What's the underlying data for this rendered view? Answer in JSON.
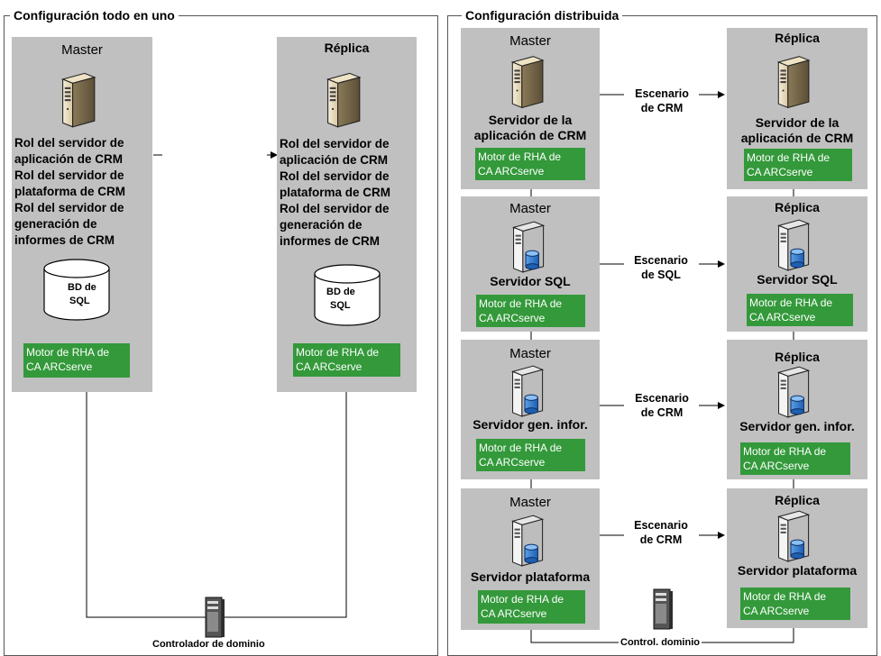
{
  "left_panel": {
    "title": "Configuración todo en uno",
    "master": {
      "title": "Master",
      "roles": [
        "Rol del servidor de",
        "aplicación de CRM",
        "Rol del servidor de",
        "plataforma de CRM",
        "Rol del servidor de",
        "generación de",
        "informes de CRM"
      ],
      "db_label": [
        "BD de",
        "SQL"
      ],
      "engine": [
        "Motor de RHA de",
        "CA ARCserve"
      ]
    },
    "replica": {
      "title": "Réplica",
      "roles": [
        "Rol del servidor de",
        "aplicación de CRM",
        "Rol del servidor de",
        "plataforma de CRM",
        "Rol del servidor de",
        "generación de",
        "informes de CRM"
      ],
      "db_label": [
        "BD de",
        "SQL"
      ],
      "engine": [
        "Motor de RHA de",
        "CA ARCserve"
      ]
    },
    "domain_controller": "Controlador de dominio"
  },
  "right_panel": {
    "title": "Configuración distribuida",
    "rows": [
      {
        "master_title": "Master",
        "master_server": [
          "Servidor de la",
          "aplicación de CRM"
        ],
        "scenario": [
          "Escenario",
          "de CRM"
        ],
        "replica_title": "Réplica",
        "replica_server": [
          "Servidor de la",
          "aplicación de CRM"
        ],
        "engine": [
          "Motor de RHA de",
          "CA ARCserve"
        ]
      },
      {
        "master_title": "Master",
        "master_server": [
          "Servidor SQL"
        ],
        "scenario": [
          "Escenario",
          "de SQL"
        ],
        "replica_title": "Réplica",
        "replica_server": [
          "Servidor SQL"
        ],
        "engine": [
          "Motor de RHA de",
          "CA ARCserve"
        ]
      },
      {
        "master_title": "Master",
        "master_server": [
          "Servidor gen. infor."
        ],
        "scenario": [
          "Escenario",
          "de CRM"
        ],
        "replica_title": "Réplica",
        "replica_server": [
          "Servidor gen. infor."
        ],
        "engine": [
          "Motor de RHA de",
          "CA ARCserve"
        ]
      },
      {
        "master_title": "Master",
        "master_server": [
          "Servidor plataforma"
        ],
        "scenario": [
          "Escenario",
          "de CRM"
        ],
        "replica_title": "Réplica",
        "replica_server": [
          "Servidor plataforma"
        ],
        "engine": [
          "Motor de RHA de",
          "CA ARCserve"
        ]
      }
    ],
    "domain_controller": "Control. dominio"
  },
  "icons": {
    "server": "server-icon",
    "db_server": "database-server-icon",
    "database": "database-cylinder-icon",
    "tower": "tower-server-icon"
  },
  "colors": {
    "box_fill": "#c0c0c0",
    "engine_fill": "#33993a",
    "engine_text": "#ffffff"
  }
}
